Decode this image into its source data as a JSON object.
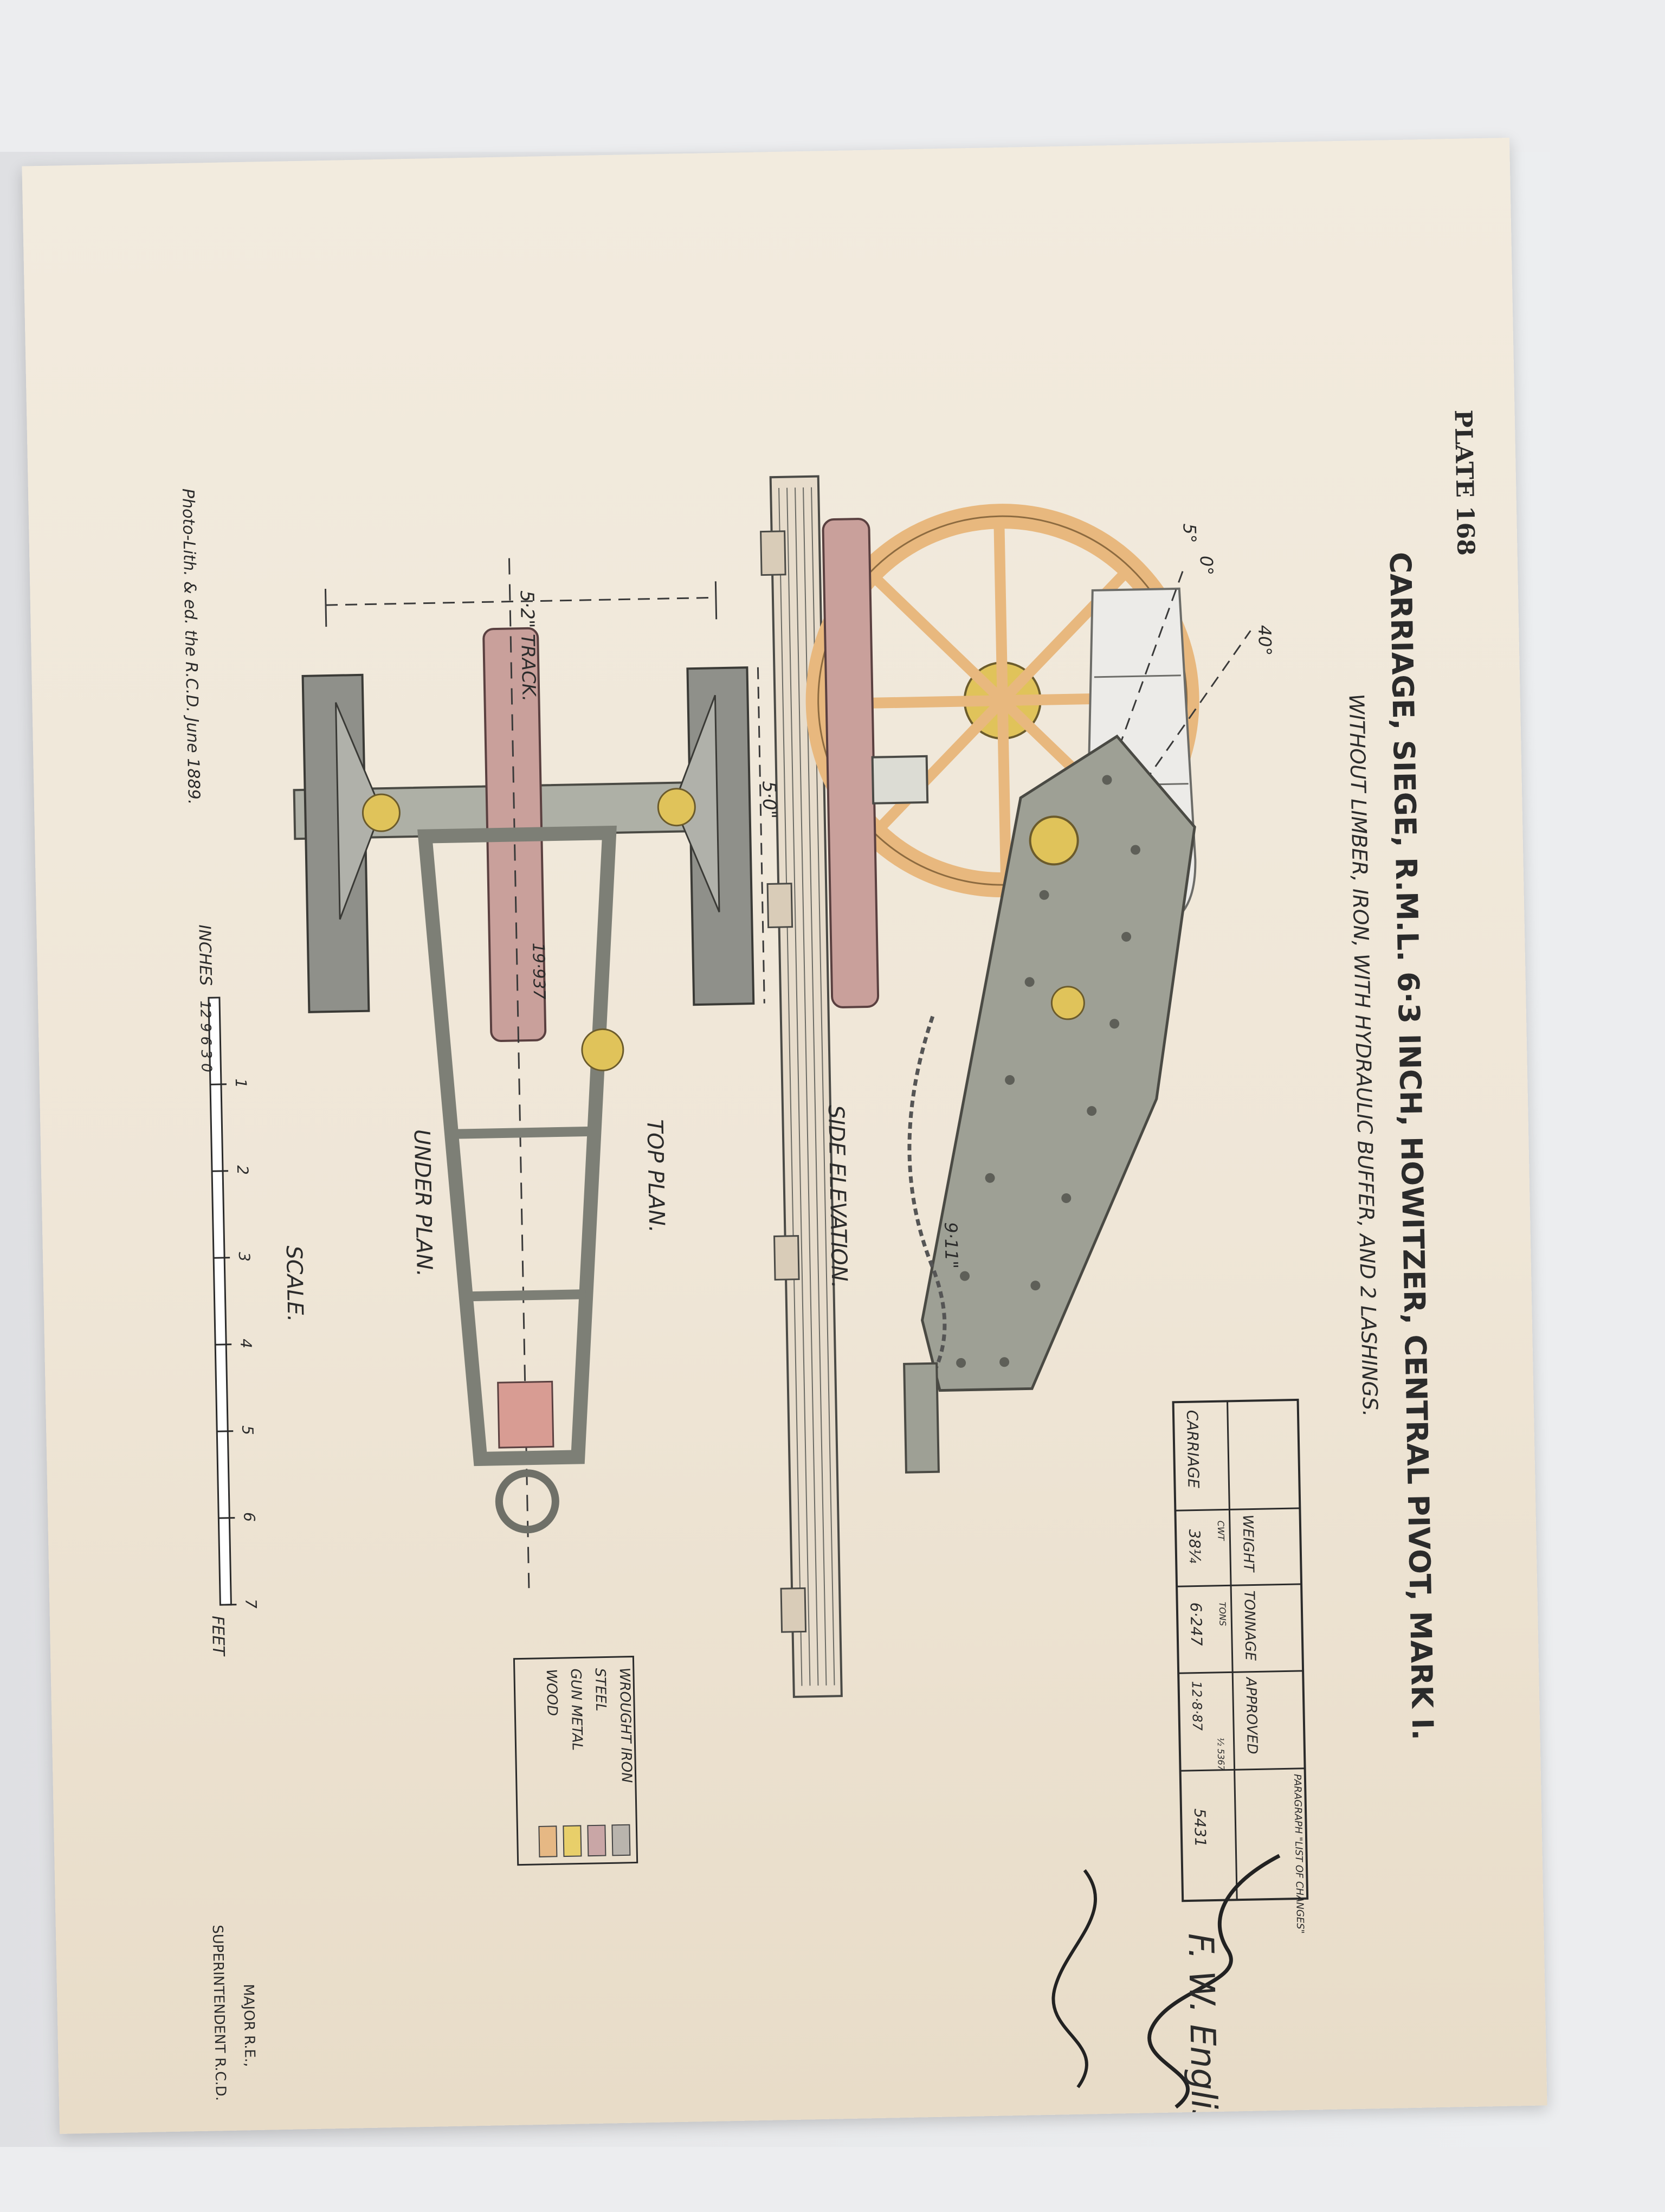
{
  "plate": "PLATE 168",
  "title": "CARRIAGE, SIEGE, R.M.L. 6·3 INCH, HOWITZER, CENTRAL PIVOT, MARK I.",
  "subtitle": "WITHOUT LIMBER, IRON, WITH HYDRAULIC BUFFER, AND 2 LASHINGS.",
  "views": {
    "side": "SIDE ELEVATION.",
    "top": "TOP PLAN.",
    "under": "UNDER PLAN."
  },
  "dimensions": {
    "track": "5·2\" TRACK.",
    "wheel_span": "5·0\"",
    "bore": "19·937",
    "trail": "9·11\"",
    "angle_top": "5°",
    "angle_zero": "0°",
    "angle_elev": "40°"
  },
  "weight_table": {
    "headers": [
      "WEIGHT",
      "TONNAGE",
      "APPROVED",
      "PARAGRAPH \"LIST OF CHANGES\""
    ],
    "units": [
      "CWT",
      "TONS"
    ],
    "rows": [
      {
        "label": "CARRIAGE",
        "weight": "38¼",
        "tonnage": "6·247",
        "approved": "12·8·87",
        "approved_ref": "½ 5367",
        "paragraph": "5431"
      }
    ]
  },
  "legend": {
    "items": [
      {
        "label": "WROUGHT IRON",
        "color": "#b9b4ad"
      },
      {
        "label": "STEEL",
        "color": "#c9a6a6"
      },
      {
        "label": "GUN METAL",
        "color": "#e8cf6a"
      },
      {
        "label": "WOOD",
        "color": "#e6b884"
      }
    ]
  },
  "scale": {
    "title": "SCALE.",
    "inches_label": "INCHES",
    "feet_label": "FEET",
    "inch_ticks": "12 9 6 3 0",
    "feet_ticks": [
      "1",
      "2",
      "3",
      "4",
      "5",
      "6",
      "7"
    ]
  },
  "imprint": "Photo-Lith. & ed. the R.C.D. June 1889.",
  "signature": {
    "name_script": "F. W. English",
    "rank": "MAJOR R.E.,",
    "office": "SUPERINTENDENT R.C.D."
  },
  "colors": {
    "iron": "#9ea095",
    "iron_dark": "#6f7068",
    "steel": "#c9a09b",
    "gunmetal": "#e0c35a",
    "wood": "#e8b87e",
    "ink": "#2b2b2b"
  }
}
